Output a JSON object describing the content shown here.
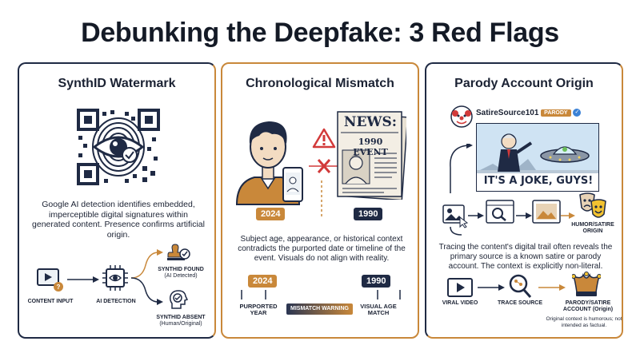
{
  "page": {
    "title": "Debunking the Deepfake: 3 Red Flags"
  },
  "panel1": {
    "title": "SynthID Watermark",
    "description": "Google AI detection identifies embedded, imperceptible digital signatures within generated content. Presence confirms artificial origin.",
    "flow": {
      "input": "CONTENT INPUT",
      "detection": "AI DETECTION",
      "found": "SYNTHID FOUND",
      "found_sub": "(AI Detected)",
      "absent": "SYNTHID ABSENT",
      "absent_sub": "(Human/Original)"
    }
  },
  "panel2": {
    "title": "Chronological Mismatch",
    "newspaper_head": "NEWS:",
    "newspaper_event": "1990 EVENT",
    "year_left": "2024",
    "year_right": "1990",
    "description": "Subject age, appearance, or historical context contradicts the purported date or timeline of the event. Visuals do not align with reality.",
    "timeline": {
      "start": "2024",
      "end": "1990",
      "start_label": "PURPORTED YEAR",
      "warning": "MISMATCH WARNING",
      "end_label": "VISUAL AGE MATCH"
    }
  },
  "panel3": {
    "title": "Parody Account Origin",
    "account": "SatireSource101",
    "badge": "PARODY",
    "joke": "IT'S A JOKE, GUYS!",
    "humor_label": "HUMOR/SATIRE ORIGIN",
    "description": "Tracing the content's digital trail often reveals the primary source is a known satire or parody account. The context is explicitly non-literal.",
    "flow": {
      "viral": "VIRAL VIDEO",
      "trace": "TRACE SOURCE",
      "parody": "PARODY/SATIRE ACCOUNT (Origin)",
      "note": "Original context is humorous; not intended as factual."
    }
  },
  "colors": {
    "navy": "#1f2a44",
    "accent": "#c9883a",
    "alert": "#d23a3a",
    "sky": "#cfe3f3"
  }
}
